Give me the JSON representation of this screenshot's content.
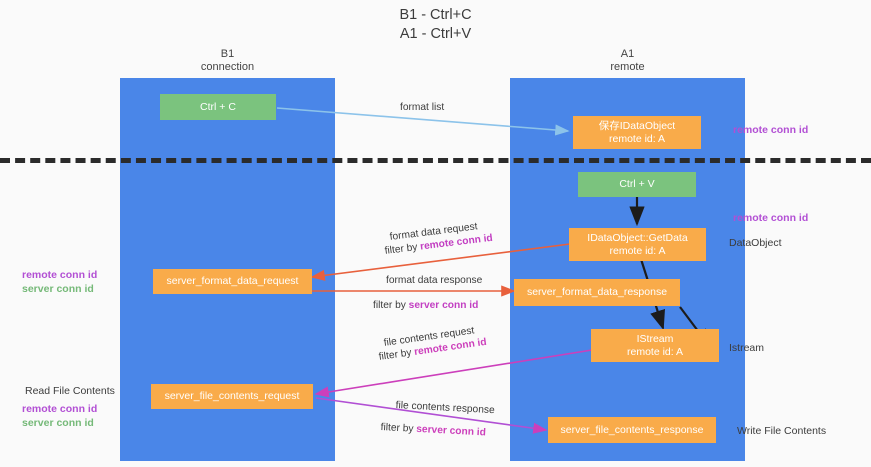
{
  "title": {
    "line1": "B1 - Ctrl+C",
    "line2": "A1 - Ctrl+V"
  },
  "lanes": [
    {
      "id": "b1",
      "title_line1": "B1",
      "title_line2": "connection",
      "color": "#4a86e8"
    },
    {
      "id": "a1",
      "title_line1": "A1",
      "title_line2": "remote",
      "color": "#4a86e8"
    }
  ],
  "nodes": {
    "ctrl_c": {
      "line1": "Ctrl + C",
      "line2": "",
      "color": "#7bc37e"
    },
    "save_idataobject": {
      "line1": "保存IDataObject",
      "line2": "remote id: A",
      "color": "#f9ab4a"
    },
    "ctrl_v": {
      "line1": "Ctrl + V",
      "line2": "",
      "color": "#7bc37e"
    },
    "idataobject_getdata": {
      "line1": "IDataObject::GetData",
      "line2": "remote id: A",
      "color": "#f9ab4a"
    },
    "server_format_data_request": {
      "line1": "server_format_data_request",
      "line2": "",
      "color": "#f9ab4a"
    },
    "server_format_data_response": {
      "line1": "server_format_data_response",
      "line2": "",
      "color": "#f9ab4a"
    },
    "istream": {
      "line1": "IStream",
      "line2": "remote id: A",
      "color": "#f9ab4a"
    },
    "server_file_contents_request": {
      "line1": "server_file_contents_request",
      "line2": "",
      "color": "#f9ab4a"
    },
    "server_file_contents_response": {
      "line1": "server_file_contents_response",
      "line2": "",
      "color": "#f9ab4a"
    }
  },
  "edge_labels": {
    "format_list": "format list",
    "format_data_request": "format data request",
    "format_data_request_filter_prefix": "filter by ",
    "format_data_request_filter_key": "remote conn id",
    "format_data_response": "format data response",
    "format_data_response_filter_prefix": "filter by ",
    "format_data_response_filter_key": "server conn id",
    "file_contents_request": "file contents request",
    "file_contents_request_filter_prefix": "filter by ",
    "file_contents_request_filter_key": "remote conn id",
    "file_contents_response": "file contents response",
    "file_contents_response_filter_prefix": "filter by ",
    "file_contents_response_filter_key": "server conn id"
  },
  "annotations": {
    "right_remote_conn_id_top": "remote conn id",
    "right_remote_conn_id_mid": "remote conn id",
    "right_dataobject": "DataObject",
    "right_istream": "Istream",
    "right_write_file_contents": "Write File Contents",
    "left_remote_conn_id_mid": "remote conn id",
    "left_server_conn_id_mid": "server conn id",
    "left_read_file_contents": "Read File Contents",
    "left_remote_conn_id_bottom": "remote conn id",
    "left_server_conn_id_bottom": "server conn id"
  },
  "colors": {
    "lane": "#4a86e8",
    "node_orange": "#f9ab4a",
    "node_green": "#7bc37e",
    "accent_purple": "#b24fd4",
    "accent_green": "#75b978",
    "arrow_blue": "#8cc3ea",
    "arrow_red": "#e8603c",
    "arrow_magenta": "#cc3fbb",
    "arrow_black": "#1c1c1c",
    "divider": "#2b2b2b"
  }
}
